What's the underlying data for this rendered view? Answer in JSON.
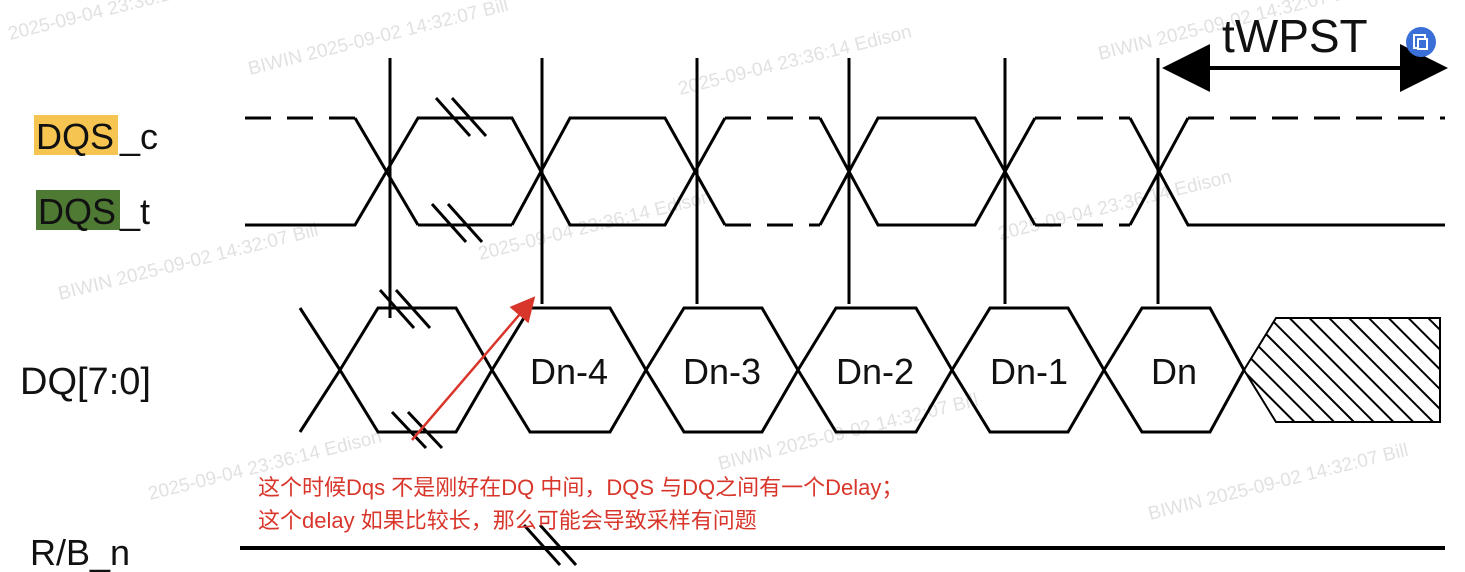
{
  "labels": {
    "dqs_c_highlight": "DQS",
    "dqs_c_suffix": "_c",
    "dqs_t_highlight": "DQS",
    "dqs_t_suffix": "_t",
    "dq": "DQ[7:0]",
    "rb": "R/B_n",
    "twpst": "tWPST"
  },
  "data_cells": [
    "Dn-4",
    "Dn-3",
    "Dn-2",
    "Dn-1",
    "Dn"
  ],
  "annotation": {
    "line1": "这个时候Dqs 不是刚好在DQ 中间，DQS 与DQ之间有一个Delay；",
    "line2": "这个delay 如果比较长，那么可能会导致采样有问题"
  },
  "watermark": {
    "date1": "2025-09-04 23:36:14 Edison",
    "date2": "BIWIN 2025-09-02 14:32:07 Bill"
  },
  "colors": {
    "dqs_c_highlight": "#f5c451",
    "dqs_t_highlight": "#4e7a34",
    "annotation": "#d9362b",
    "badge": "#3b6fd8"
  },
  "icons": {
    "badge": "copy-icon"
  }
}
